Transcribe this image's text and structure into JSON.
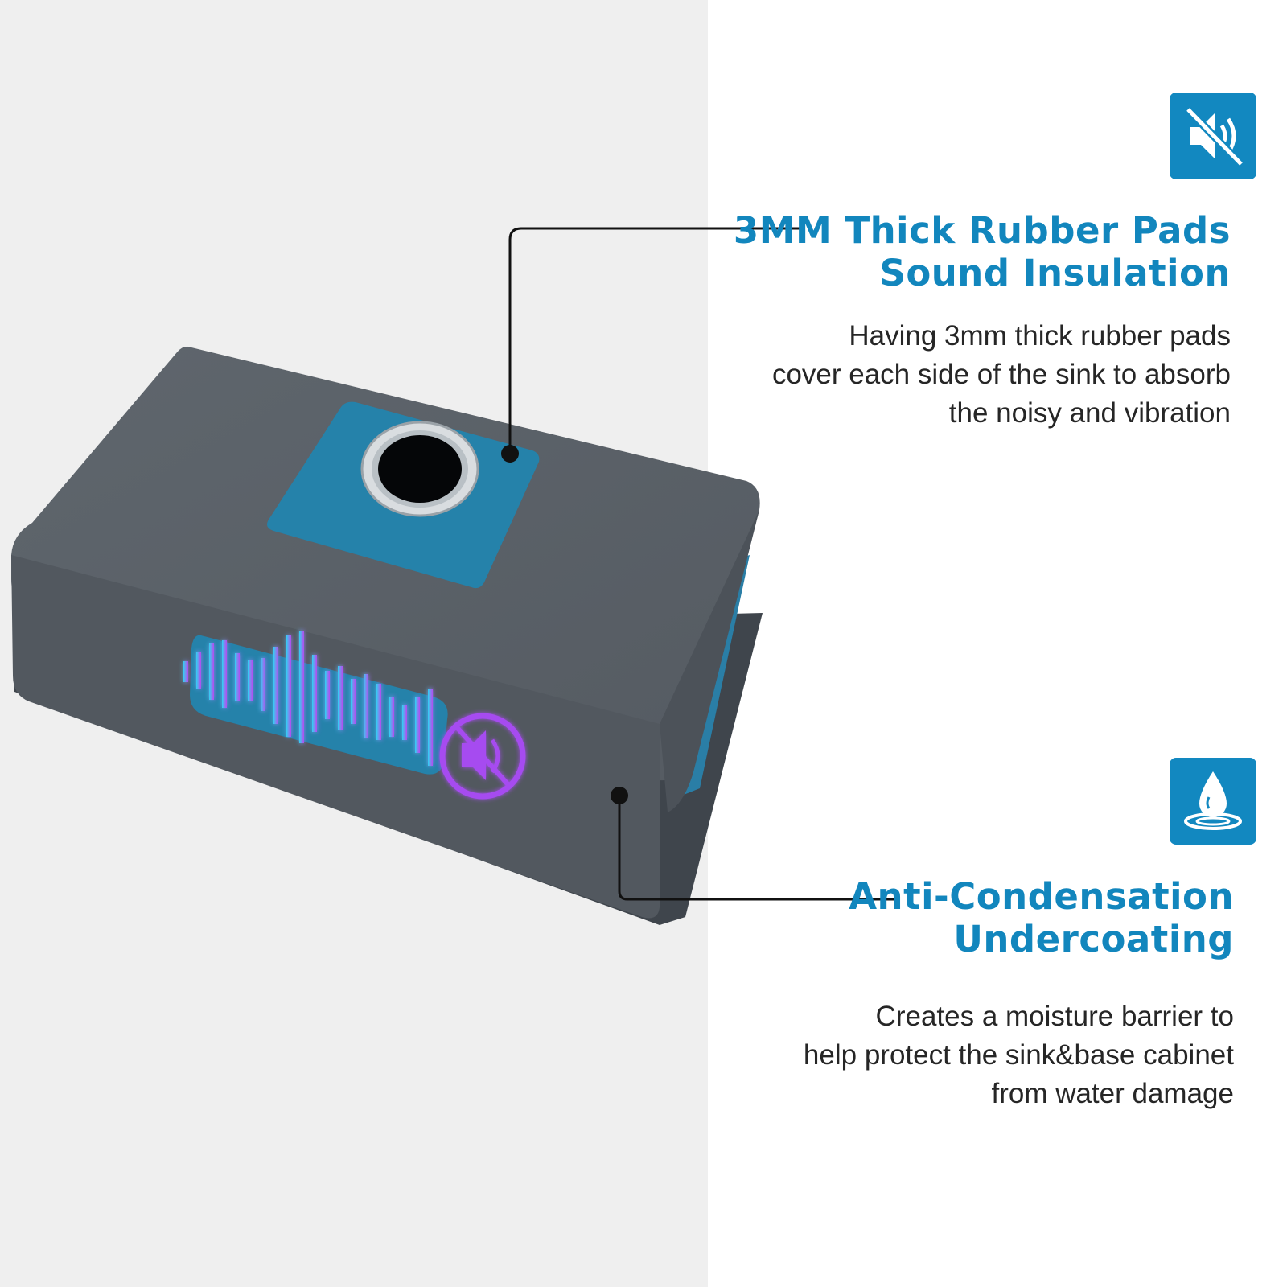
{
  "colors": {
    "accent": "#1288c0",
    "title": "#1286bd",
    "text": "#262626",
    "left_background": "#efefef",
    "sink_body": "#595f66",
    "rubber_pad": "#2480a8",
    "sound_wave_blue": "#38c6f0",
    "sound_wave_purple": "#a64cf0"
  },
  "features": [
    {
      "icon": "mute-speaker-icon",
      "title_line1": "3MM Thick Rubber Pads",
      "title_line2": "Sound Insulation",
      "description": "Having 3mm thick rubber pads\ncover each side  of the sink to absorb\nthe noisy and vibration"
    },
    {
      "icon": "water-drop-icon",
      "title_line1": "Anti-Condensation",
      "title_line2": "Undercoating",
      "description": "Creates a moisture barrier to\nhelp protect the sink&base cabinet\nfrom water damage"
    }
  ]
}
